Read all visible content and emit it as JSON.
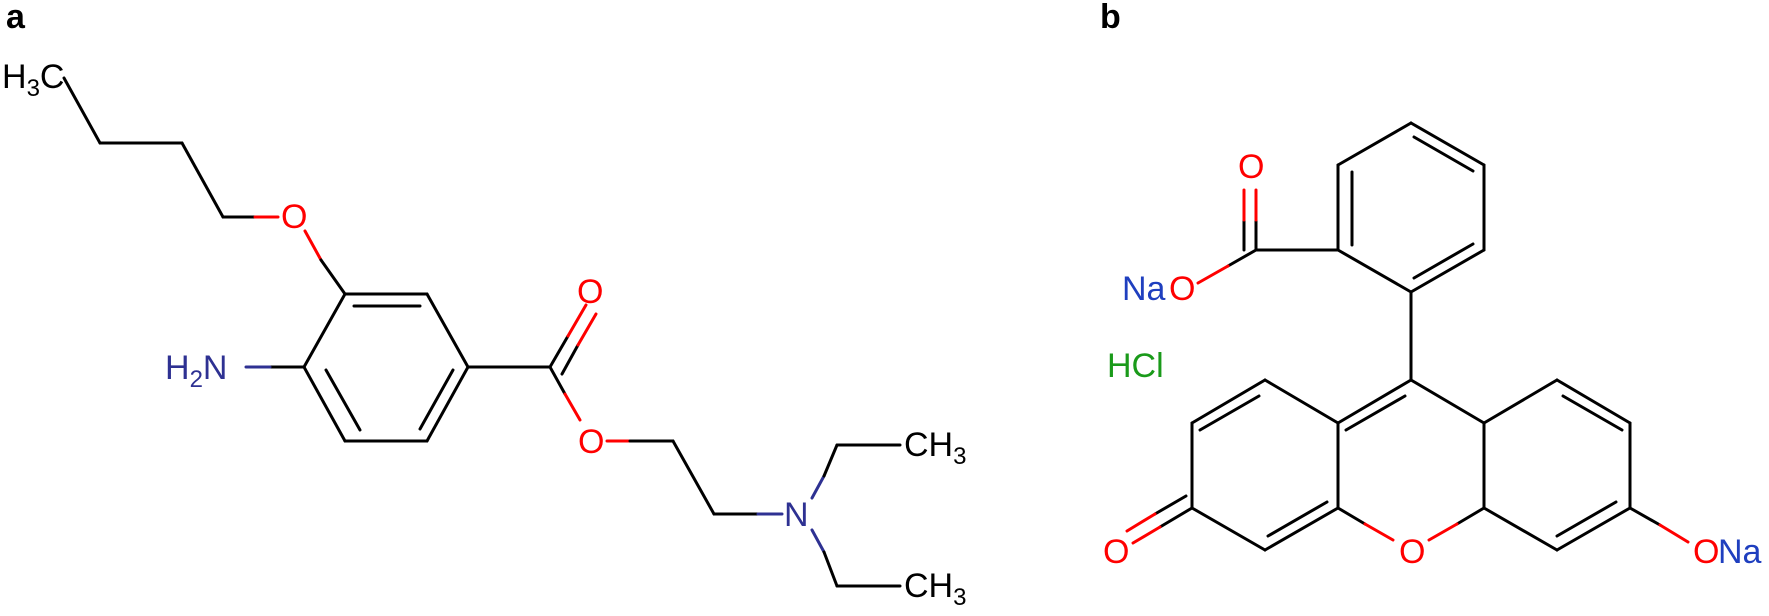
{
  "panels": {
    "a": {
      "label": "a",
      "atoms": {
        "h3c": {
          "main": "H",
          "sub": "3",
          "tail": "C"
        },
        "ether_o": {
          "text": "O"
        },
        "nh2": {
          "main": "H",
          "sub": "2",
          "tail": "N"
        },
        "carbonyl_o": {
          "text": "O"
        },
        "ester_o": {
          "text": "O"
        },
        "amine_n": {
          "text": "N"
        },
        "ch3_top": {
          "main": "CH",
          "sub": "3"
        },
        "ch3_bottom": {
          "main": "CH",
          "sub": "3"
        }
      }
    },
    "b": {
      "label": "b",
      "atoms": {
        "carboxyl_o": {
          "text": "O"
        },
        "na_left": {
          "text": "Na"
        },
        "nao_o": {
          "text": "O"
        },
        "hcl": {
          "text": "HCl"
        },
        "keto_o": {
          "text": "O"
        },
        "ring_o": {
          "text": "O"
        },
        "ona_o": {
          "text": "O"
        },
        "na_right": {
          "text": "Na"
        }
      }
    }
  },
  "colors": {
    "bond": "#000000",
    "oxygen": "#ff0000",
    "nitrogen": "#2e3192",
    "sodium": "#1f3fbf",
    "chlorine": "#1a9a1a"
  }
}
